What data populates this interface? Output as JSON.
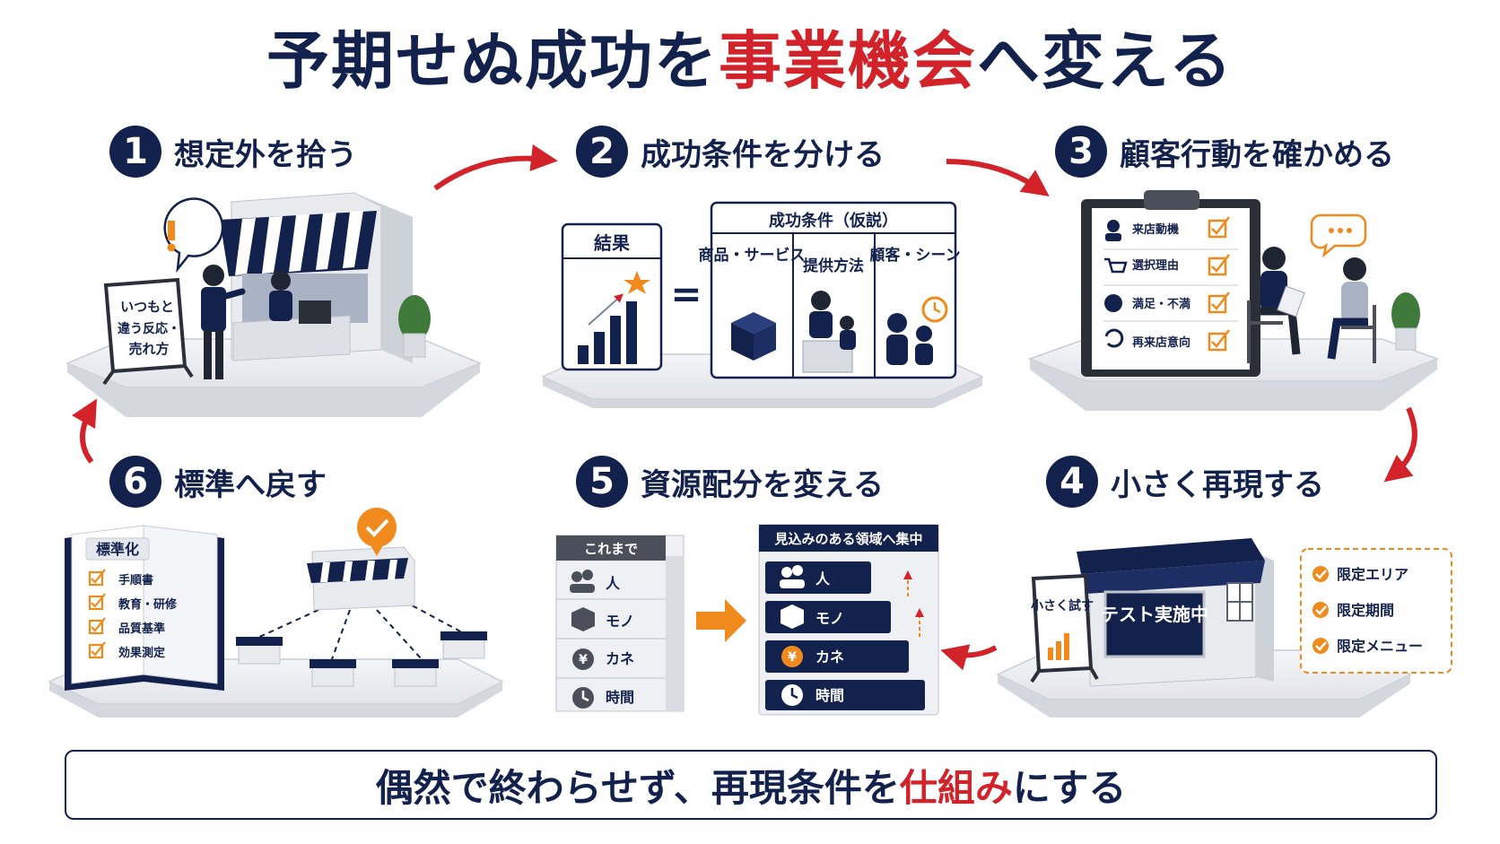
{
  "title": {
    "part1": "予期せぬ成功を",
    "part2": "事業機会",
    "part3": "へ変える"
  },
  "steps": [
    {
      "num": "1",
      "label": "想定外を拾う",
      "sign": "いつもと違う反応・売れ方"
    },
    {
      "num": "2",
      "label": "成功条件を分ける",
      "result": "結果",
      "conditions_header": "成功条件（仮説）",
      "conditions": [
        "商品・サービス",
        "提供方法",
        "顧客・シーン"
      ]
    },
    {
      "num": "3",
      "label": "顧客行動を確かめる",
      "checklist": [
        "来店動機",
        "選択理由",
        "満足・不満",
        "再来店意向"
      ]
    },
    {
      "num": "4",
      "label": "小さく再現する",
      "sign": "小さく試す",
      "store": "テスト実施中",
      "limits": [
        "限定エリア",
        "限定期間",
        "限定メニュー"
      ]
    },
    {
      "num": "5",
      "label": "資源配分を変える",
      "before_header": "これまで",
      "after_header": "見込みのある領域へ集中",
      "resources": [
        "人",
        "モノ",
        "カネ",
        "時間"
      ]
    },
    {
      "num": "6",
      "label": "標準へ戻す",
      "book_title": "標準化",
      "book_items": [
        "手順書",
        "教育・研修",
        "品質基準",
        "効果測定"
      ]
    }
  ],
  "bottom": {
    "part1": "偶然で終わらせず、再現条件を",
    "part2": "仕組み",
    "part3": "にする"
  },
  "colors": {
    "navy": "#13214d",
    "red": "#d3232a",
    "orange": "#f08a1c"
  },
  "icons": [
    "exclamation-icon",
    "star-icon",
    "clock-icon",
    "speech-bubble-icon",
    "checkmark-icon",
    "people-icon",
    "box-icon",
    "yen-icon"
  ]
}
